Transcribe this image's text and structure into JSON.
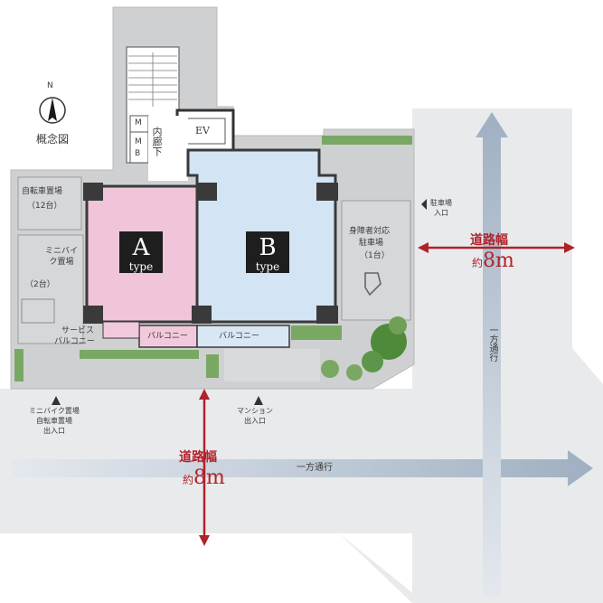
{
  "compass": {
    "north": "N",
    "label": "概念図"
  },
  "rooms": {
    "ev": "EV",
    "mb_top": "M",
    "mb_bottom": "M",
    "mb_letter": "B",
    "corridor": "内廊下",
    "bicycle_parking": "自転車置場",
    "bicycle_count": "（12台）",
    "minibike_parking": "ミニバイク置場",
    "minibike_count": "（2台）",
    "accessible_parking_1": "身障者対応",
    "accessible_parking_2": "駐車場",
    "accessible_parking_count": "（1台）",
    "parking_entrance_1": "駐車場",
    "parking_entrance_2": "入口",
    "service_balcony_1": "サービス",
    "service_balcony_2": "バルコニー",
    "balcony_a": "バルコニー",
    "balcony_b": "バルコニー"
  },
  "units": {
    "a": {
      "letter": "A",
      "type": "type"
    },
    "b": {
      "letter": "B",
      "type": "type"
    }
  },
  "entrances": {
    "bike_1": "ミニバイク置場",
    "bike_2": "自転車置場",
    "bike_3": "出入口",
    "mansion_1": "マンション",
    "mansion_2": "出入口"
  },
  "roads": {
    "horizontal": {
      "width_label": "道路幅",
      "width_value_prefix": "約",
      "width_value": "8m",
      "direction": "一方通行"
    },
    "vertical": {
      "width_label": "道路幅",
      "width_value_prefix": "約",
      "width_value": "8m",
      "direction": "一方通行"
    }
  },
  "colors": {
    "road": "#e9eaec",
    "site": "#cfd0d2",
    "unit_a": "#f0c4d9",
    "unit_b": "#d3e4f4",
    "green": "#6fa055",
    "arrow": "#bcc7d3",
    "dimension": "#b0222a"
  }
}
